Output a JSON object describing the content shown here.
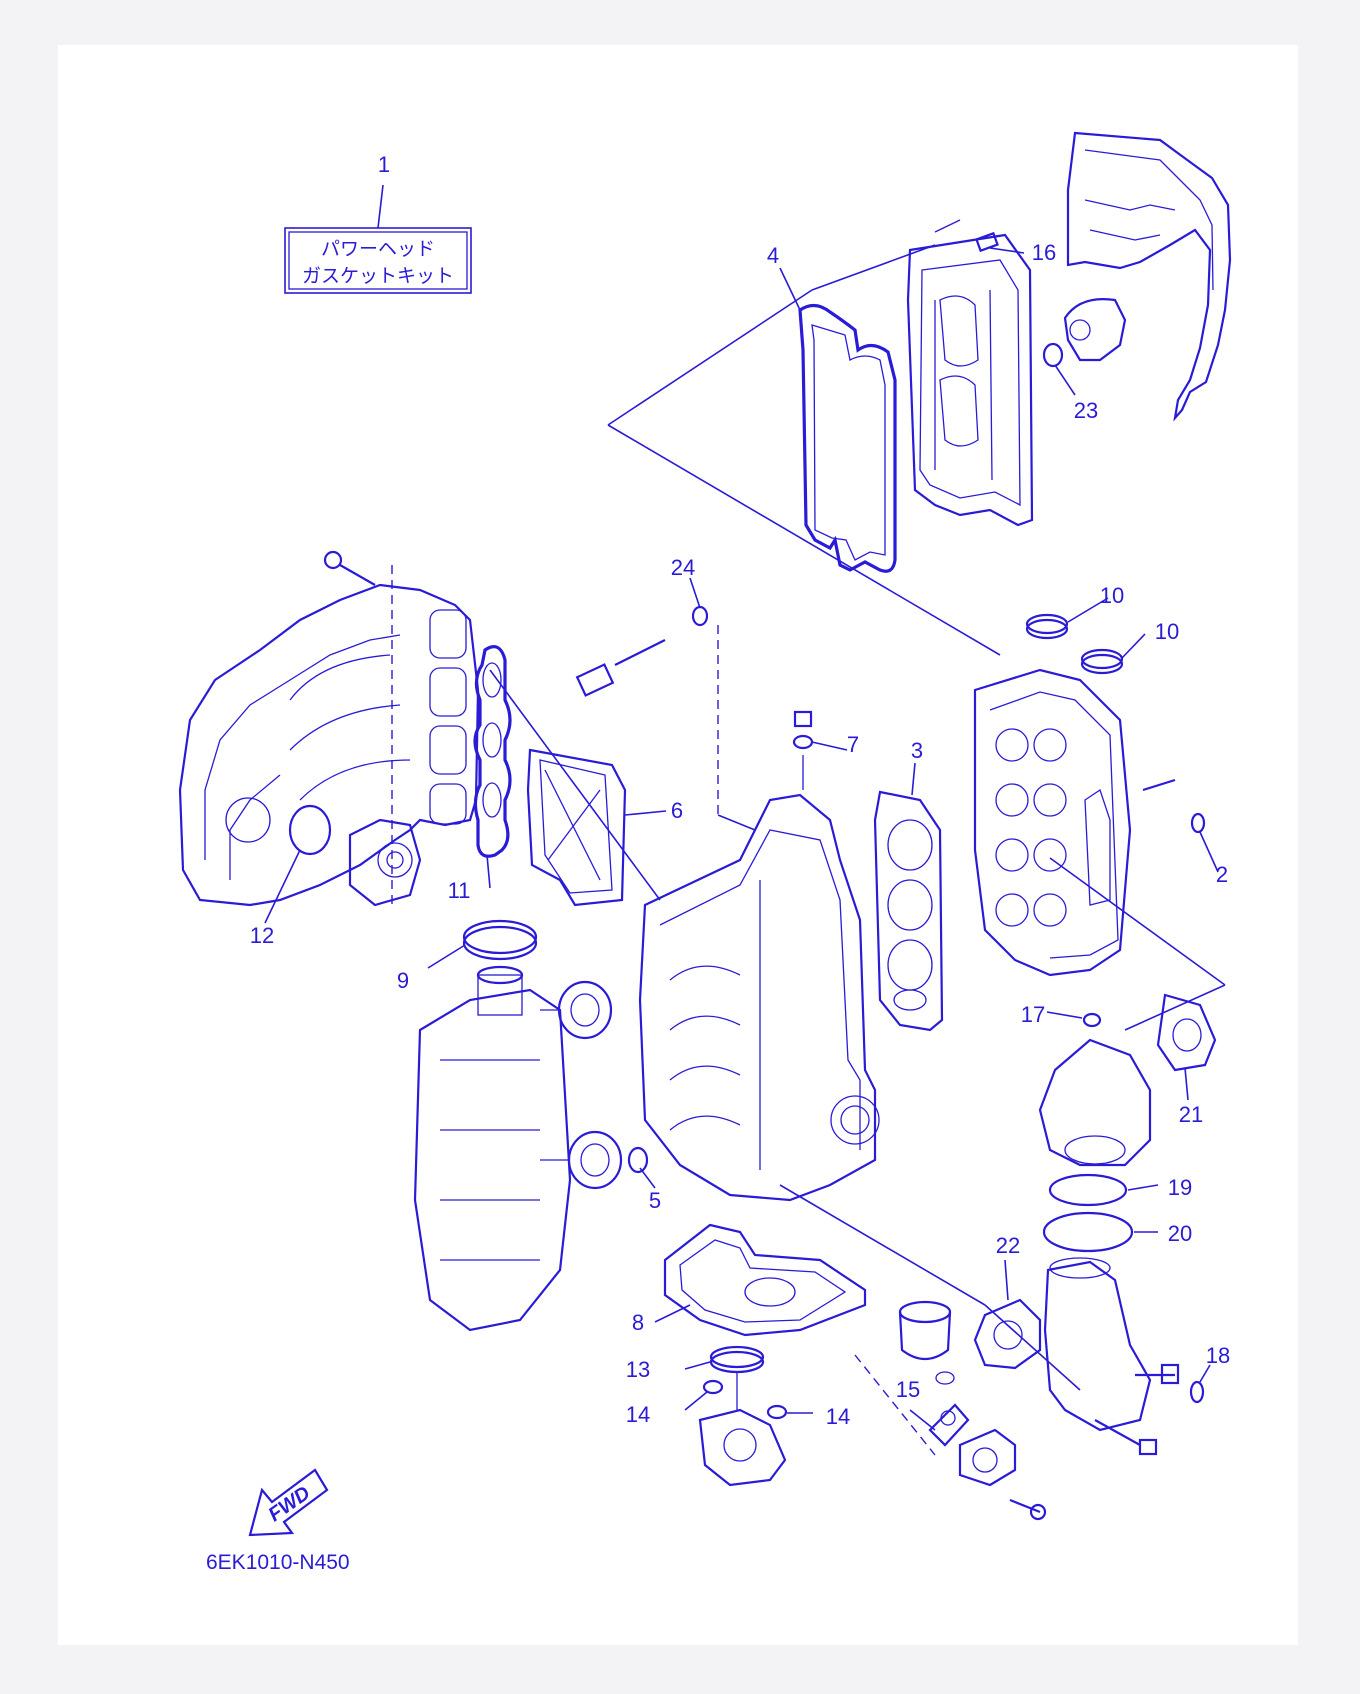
{
  "diagram_code": "6EK1010-N450",
  "kit_label": {
    "line1": "パワーヘッド",
    "line2": "ガスケットキット"
  },
  "fwd_label": "FWD",
  "callouts": [
    "1",
    "2",
    "3",
    "4",
    "5",
    "6",
    "7",
    "8",
    "9",
    "10",
    "10",
    "11",
    "12",
    "13",
    "14",
    "14",
    "15",
    "16",
    "17",
    "18",
    "19",
    "20",
    "21",
    "22",
    "23",
    "24"
  ],
  "colors": {
    "ink": "#2a1bd6",
    "paper": "#ffffff",
    "border": "#f3f3f5"
  }
}
